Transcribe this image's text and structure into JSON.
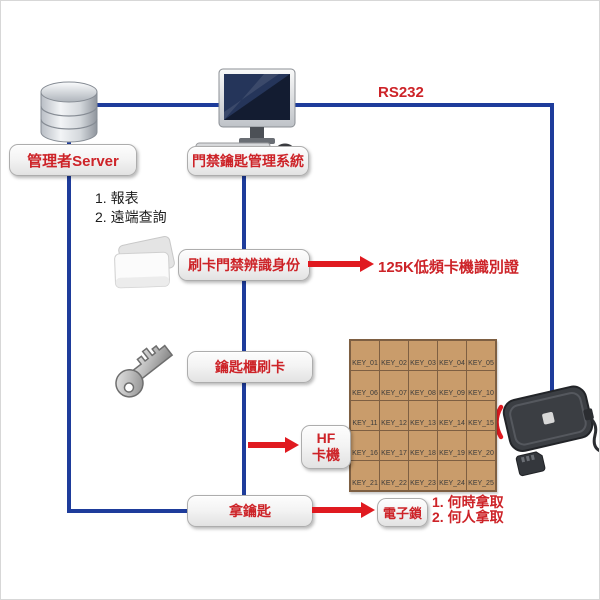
{
  "labels": {
    "rs232": "RS232",
    "server": "管理者Server",
    "system": "門禁鑰匙管理系統",
    "report_note_1": "1. 報表",
    "report_note_2": "2. 遠端查詢",
    "swipe_identify": "刷卡門禁辨識身份",
    "reader_125k": "125K低頻卡機識別證",
    "cabinet_swipe": "鑰匙櫃刷卡",
    "hf_line1": "HF",
    "hf_line2": "卡機",
    "take_key": "拿鑰匙",
    "electronic_lock": "電子鎖",
    "lock_note_1": "1. 何時拿取",
    "lock_note_2": "2. 何人拿取"
  },
  "grid": {
    "rows": 5,
    "cols": 5,
    "cells": [
      "KEY_01",
      "KEY_02",
      "KEY_03",
      "KEY_04",
      "KEY_05",
      "KEY_06",
      "KEY_07",
      "KEY_08",
      "KEY_09",
      "KEY_10",
      "KEY_11",
      "KEY_12",
      "KEY_13",
      "KEY_14",
      "KEY_15",
      "KEY_16",
      "KEY_17",
      "KEY_18",
      "KEY_19",
      "KEY_20",
      "KEY_21",
      "KEY_22",
      "KEY_23",
      "KEY_24",
      "KEY_25"
    ]
  },
  "colors": {
    "connector_blue": "#1e3c9b",
    "arrow_red": "#e01a20",
    "text_red": "#cd2328",
    "grid_cell_fill": "#c99c6b",
    "grid_border": "#7e5f42"
  },
  "icons": [
    "database-icon",
    "desktop-computer-icon",
    "id-cards-icon",
    "key-icon",
    "rfid-reader-icon",
    "sd-card-icon",
    "rf-waves-icon"
  ]
}
